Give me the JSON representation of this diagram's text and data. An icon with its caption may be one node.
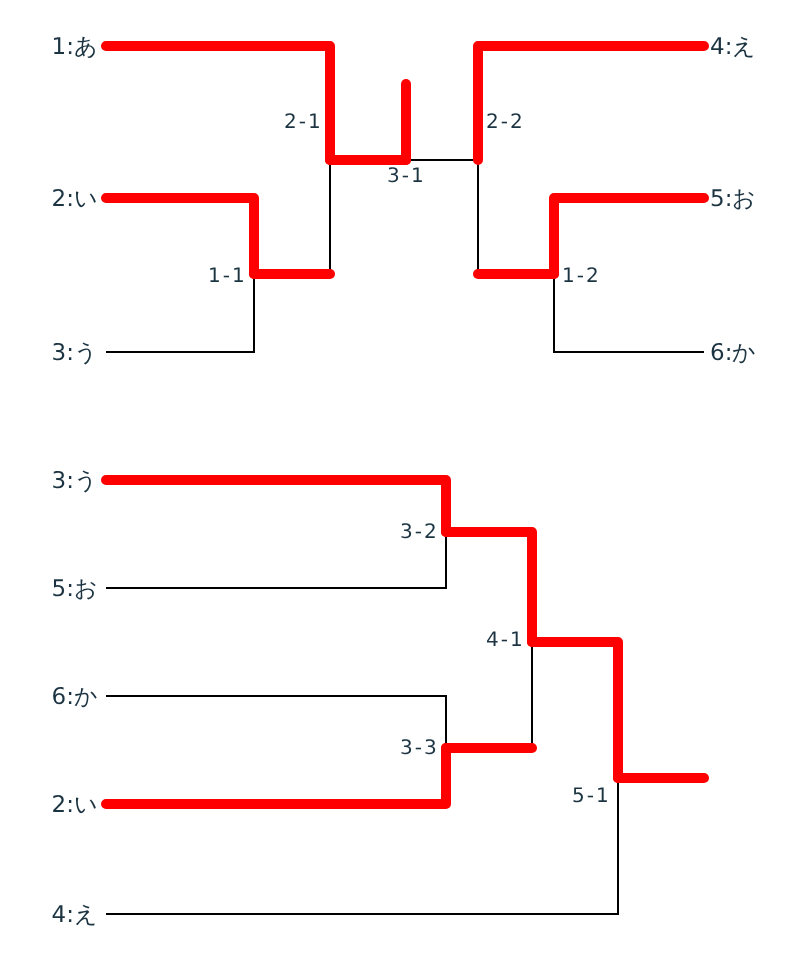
{
  "diagram": {
    "nodes": [
      {
        "text": [
          "1:あ"
        ]
      },
      {
        "text": [
          "4:え"
        ]
      },
      {
        "text": [
          "2-1"
        ]
      },
      {
        "text": [
          "2-2"
        ]
      },
      {
        "text": [
          "3-1"
        ]
      },
      {
        "text": [
          "2:い"
        ]
      },
      {
        "text": [
          "5:お"
        ]
      },
      {
        "text": [
          "1-1"
        ]
      },
      {
        "text": [
          "1-2"
        ]
      },
      {
        "text": [
          "3:う"
        ]
      },
      {
        "text": [
          "6:か"
        ]
      },
      {
        "text": [
          "3:う"
        ]
      },
      {
        "text": [
          "3-2"
        ]
      },
      {
        "text": [
          "5:お"
        ]
      },
      {
        "text": [
          "4-1"
        ]
      },
      {
        "text": [
          "6:か"
        ]
      },
      {
        "text": [
          "3-3"
        ]
      },
      {
        "text": [
          "2:い"
        ]
      },
      {
        "text": [
          "5-1"
        ]
      },
      {
        "text": [
          "4:え"
        ]
      }
    ],
    "edges": [
      {
        "from": 0,
        "to": 2,
        "arrow": "none"
      },
      {
        "from": 5,
        "to": 7,
        "arrow": "none"
      },
      {
        "from": 9,
        "to": 7,
        "arrow": "none",
        "color": "#000000"
      },
      {
        "from": 7,
        "to": 2,
        "arrow": "none",
        "color": "#000000"
      },
      {
        "from": 1,
        "to": 3,
        "arrow": "none"
      },
      {
        "from": 6,
        "to": 8,
        "arrow": "none"
      },
      {
        "from": 10,
        "to": 8,
        "arrow": "none",
        "color": "#000000"
      },
      {
        "from": 8,
        "to": 3,
        "arrow": "none",
        "color": "#000000"
      },
      {
        "from": 2,
        "to": 4,
        "arrow": "none"
      },
      {
        "from": 3,
        "to": 4,
        "arrow": "none",
        "color": "#000000"
      },
      {
        "from": 4,
        "to": null,
        "arrow": "none"
      },
      {
        "from": 11,
        "to": 12,
        "arrow": "none"
      },
      {
        "from": 13,
        "to": 12,
        "arrow": "none",
        "color": "#000000"
      },
      {
        "from": 15,
        "to": 16,
        "arrow": "none",
        "color": "#000000"
      },
      {
        "from": 17,
        "to": 16,
        "arrow": "none"
      },
      {
        "from": 12,
        "to": 14,
        "arrow": "none"
      },
      {
        "from": 16,
        "to": 14,
        "arrow": "none",
        "color": "#000000"
      },
      {
        "from": 14,
        "to": 18,
        "arrow": "none"
      },
      {
        "from": 19,
        "to": 18,
        "arrow": "none",
        "color": "#000000"
      },
      {
        "from": 18,
        "to": null,
        "arrow": "none"
      }
    ]
  }
}
